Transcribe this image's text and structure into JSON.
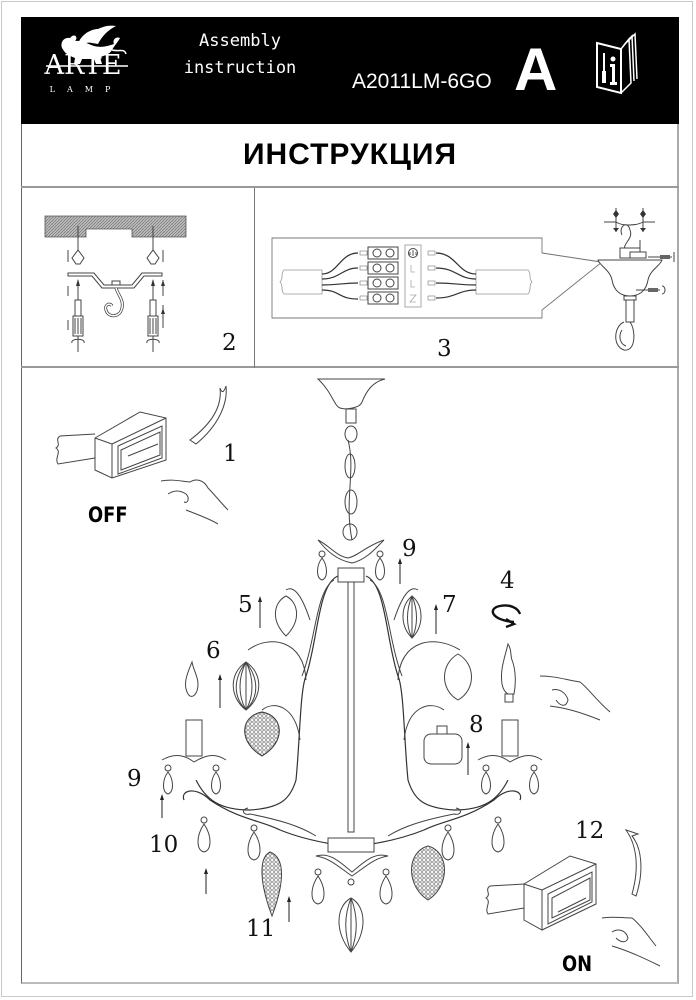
{
  "header": {
    "brand": {
      "name": "ARTE",
      "sub": "LAMP",
      "logo_icon": "winged-lion-logo"
    },
    "doc_type_line1": "Assembly",
    "doc_type_line2": "instruction",
    "model": "A2011LM-6GO",
    "language_letter": "A",
    "manual_icon": "manual-book-icon"
  },
  "title": "ИНСТРУКЦИЯ",
  "steps": {
    "s1": "1",
    "s2": "2",
    "s3": "3",
    "s4": "4",
    "s5": "5",
    "s6": "6",
    "s7": "7",
    "s8": "8",
    "s9a": "9",
    "s9b": "9",
    "s10": "10",
    "s11": "11",
    "s12": "12"
  },
  "switch": {
    "off_label": "OFF",
    "on_label": "ON"
  },
  "colors": {
    "header_bg": "#000000",
    "ink": "#333333",
    "frame": "#999999"
  }
}
